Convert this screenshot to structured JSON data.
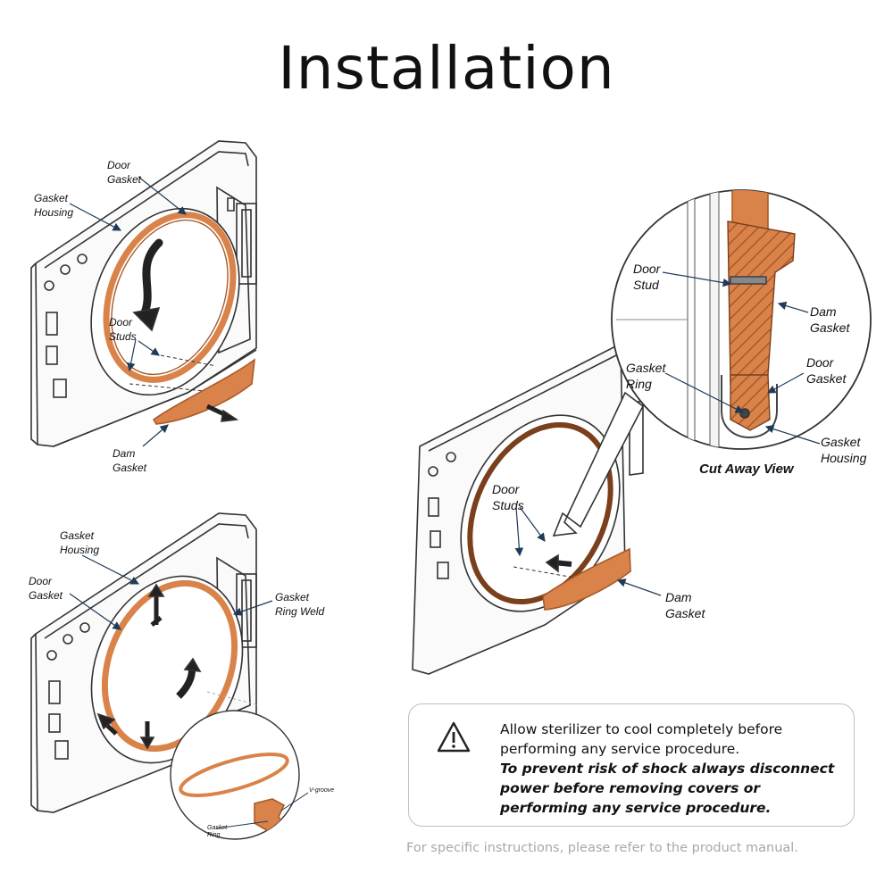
{
  "title": "Installation",
  "diagram1": {
    "labels": {
      "door_gasket": "Door\nGasket",
      "gasket_housing": "Gasket\nHousing",
      "door_studs": "Door\nStuds",
      "dam_gasket": "Dam\nGasket"
    }
  },
  "diagram2": {
    "labels": {
      "gasket_housing": "Gasket\nHousing",
      "door_gasket": "Door\nGasket",
      "gasket_ring_weld": "Gasket\nRing Weld",
      "v_groove": "V-groove",
      "gasket_ring": "Gasket\nRing"
    }
  },
  "diagram3": {
    "labels": {
      "door_stud": "Door\nStud",
      "dam_gasket_top": "Dam\nGasket",
      "gasket_ring": "Gasket\nRing",
      "door_gasket": "Door\nGasket",
      "gasket_housing": "Gasket\nHousing",
      "cut_away_view": "Cut Away View",
      "door_studs": "Door\nStuds",
      "dam_gasket_bottom": "Dam\nGasket"
    }
  },
  "warning": {
    "icon": "warning-triangle-icon",
    "normal_text": "Allow sterilizer to cool completely before performing any service procedure.",
    "bold_text": "To prevent risk of shock always disconnect power before removing covers or performing any service procedure."
  },
  "footer": "For specific instructions, please refer to the product manual.",
  "colors": {
    "gasket": "#d9834a",
    "gasket_dark": "#a85a28",
    "line": "#333333",
    "leader": "#1f3b5a",
    "box_border": "#bfbfbf",
    "footer_text": "#a8a8a8"
  }
}
